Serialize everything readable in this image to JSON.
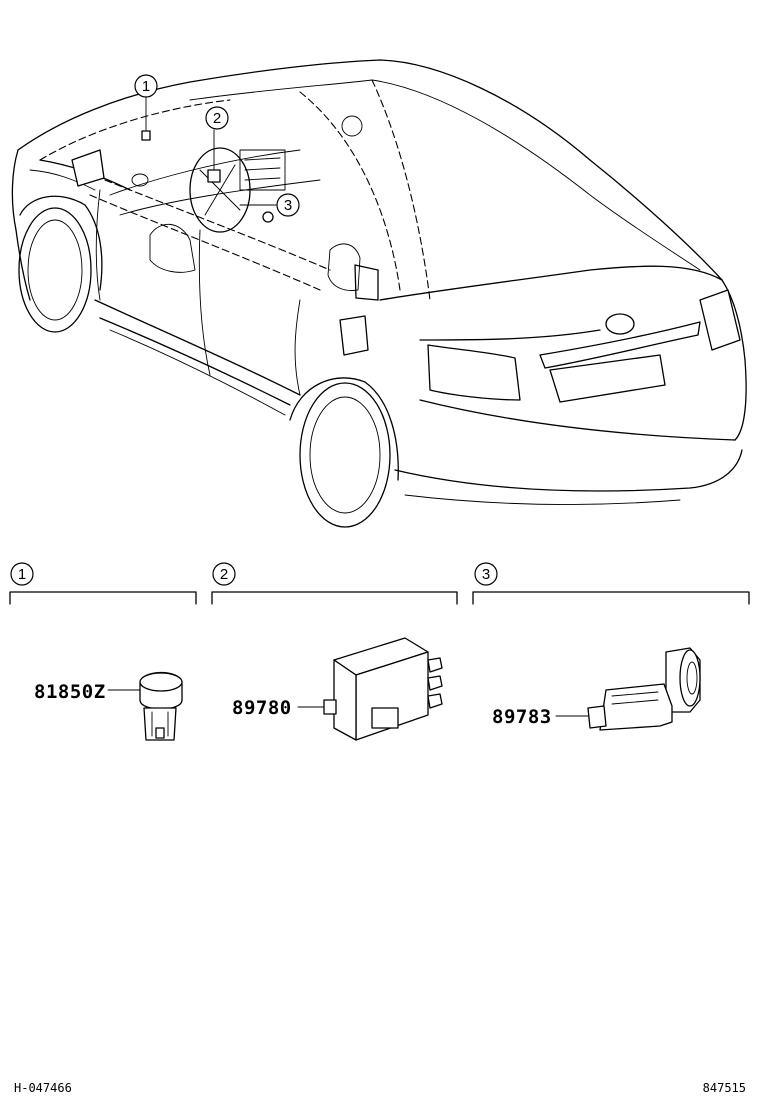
{
  "callouts": [
    {
      "number": "1"
    },
    {
      "number": "2"
    },
    {
      "number": "3"
    }
  ],
  "sections": [
    {
      "number": "1",
      "part_number": "81850Z"
    },
    {
      "number": "2",
      "part_number": "89780"
    },
    {
      "number": "3",
      "part_number": "89783"
    }
  ],
  "footer": {
    "left_code": "H-047466",
    "right_code": "847515"
  }
}
